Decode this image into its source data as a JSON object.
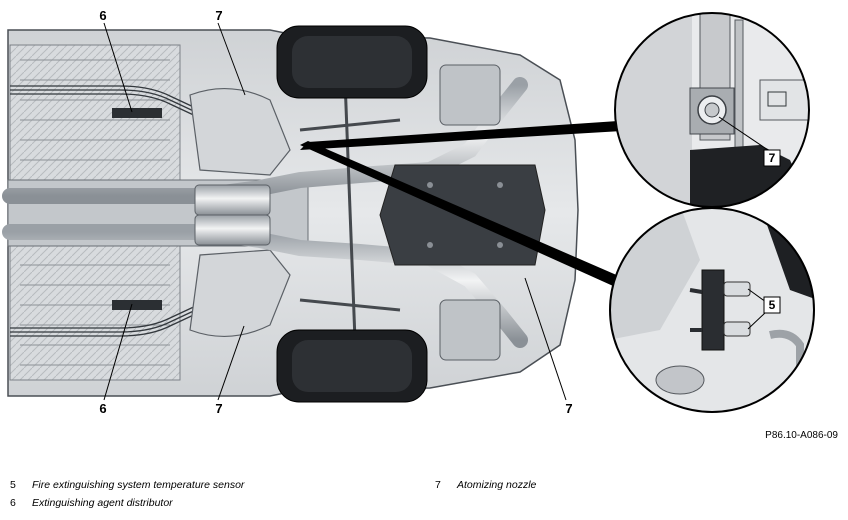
{
  "figure": {
    "reference": "P86.10-A086-09"
  },
  "callouts": {
    "top_left_a": "6",
    "top_left_b": "7",
    "bottom_left_a": "6",
    "bottom_left_b": "7",
    "bottom_right": "7",
    "inset_top": "7",
    "inset_bottom": "5"
  },
  "legend": {
    "items": [
      {
        "number": "5",
        "text": "Fire extinguishing system temperature sensor"
      },
      {
        "number": "7",
        "text": "Atomizing nozzle"
      },
      {
        "number": "6",
        "text": "Extinguishing agent distributor"
      }
    ]
  }
}
